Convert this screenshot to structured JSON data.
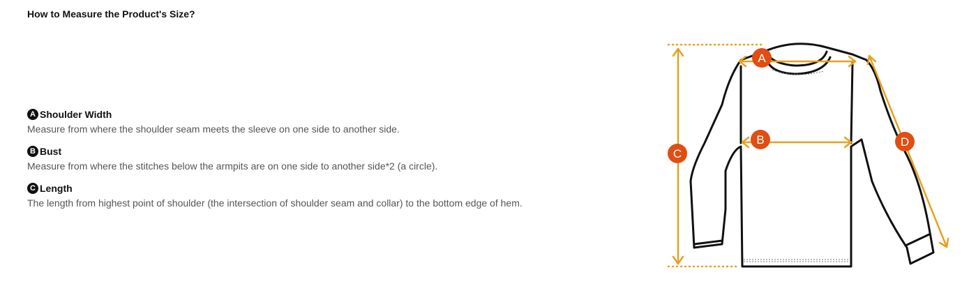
{
  "title": "How to Measure the Product's Size?",
  "items": [
    {
      "key": "A",
      "label": "Shoulder Width",
      "description": "Measure from where the shoulder seam meets the sleeve on one side to another side."
    },
    {
      "key": "B",
      "label": "Bust",
      "description": "Measure from where the stitches below the armpits are on one side to another side*2 (a circle)."
    },
    {
      "key": "C",
      "label": "Length",
      "description": "The length from highest point of shoulder (the intersection of shoulder seam and collar) to the bottom edge of hem."
    }
  ],
  "diagram": {
    "markers": [
      "A",
      "B",
      "C",
      "D"
    ],
    "colors": {
      "measure_line": "#e8a020",
      "marker_fill": "#e04e12",
      "outline": "#111111"
    }
  }
}
